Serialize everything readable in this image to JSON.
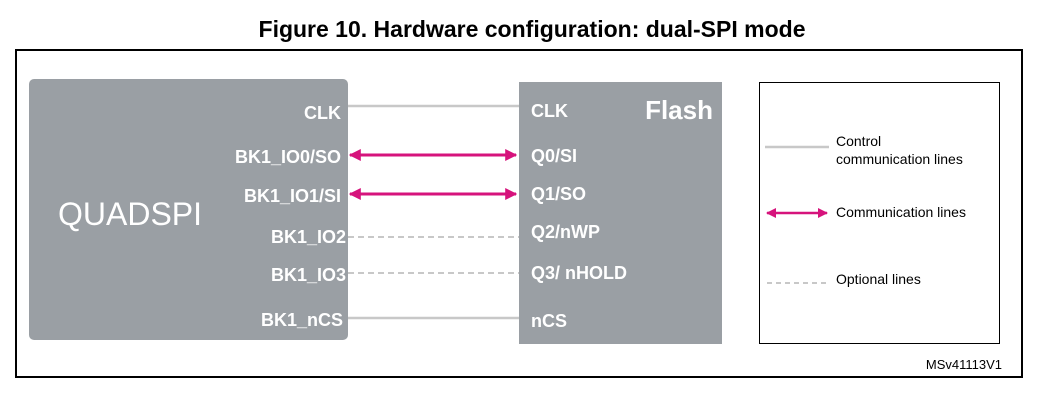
{
  "figure": {
    "title": "Figure 10. Hardware configuration: dual-SPI mode",
    "ref_code": "MSv41113V1"
  },
  "quadspi": {
    "name": "QUADSPI",
    "pins": [
      "CLK",
      "BK1_IO0/SO",
      "BK1_IO1/SI",
      "BK1_IO2",
      "BK1_IO3",
      "BK1_nCS"
    ]
  },
  "flash": {
    "name": "Flash",
    "pins": [
      "CLK",
      "Q0/SI",
      "Q1/SO",
      "Q2/nWP",
      "Q3/ nHOLD",
      "nCS"
    ]
  },
  "connections": [
    {
      "from": "CLK",
      "to": "CLK",
      "type": "control"
    },
    {
      "from": "BK1_IO0/SO",
      "to": "Q0/SI",
      "type": "communication"
    },
    {
      "from": "BK1_IO1/SI",
      "to": "Q1/SO",
      "type": "communication"
    },
    {
      "from": "BK1_IO2",
      "to": "Q2/nWP",
      "type": "optional"
    },
    {
      "from": "BK1_IO3",
      "to": "Q3/ nHOLD",
      "type": "optional"
    },
    {
      "from": "BK1_nCS",
      "to": "nCS",
      "type": "control"
    }
  ],
  "legend": {
    "control_line1": "Control",
    "control_line2": "communication lines",
    "communication": "Communication lines",
    "optional": "Optional lines"
  },
  "colors": {
    "block": "#9a9fa4",
    "control": "#c8c8c8",
    "communication": "#d6137c",
    "optional": "#c8c8c8"
  }
}
